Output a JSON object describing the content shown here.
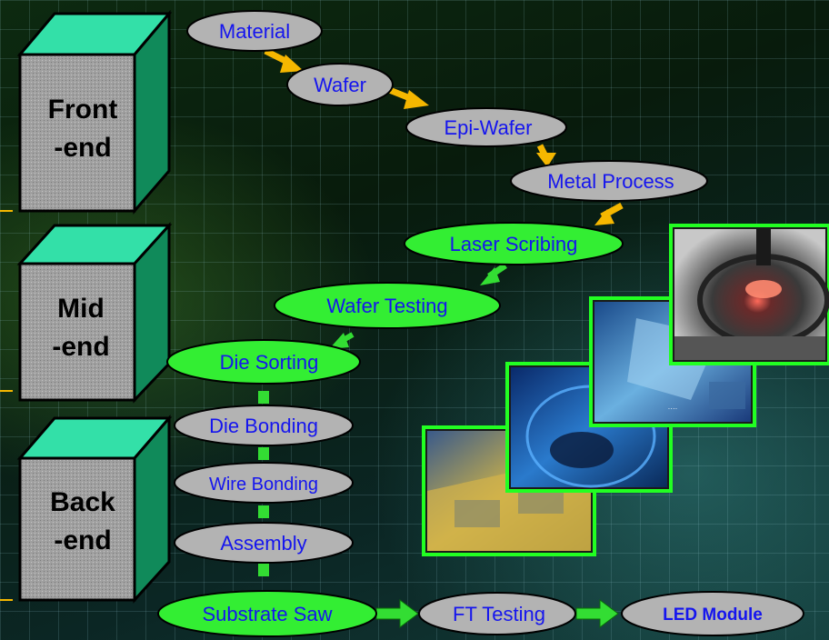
{
  "stages": [
    {
      "id": "front",
      "line1": "Front",
      "line2": "-end"
    },
    {
      "id": "mid",
      "line1": "Mid",
      "line2": "-end"
    },
    {
      "id": "back",
      "line1": "Back",
      "line2": "-end"
    }
  ],
  "process_steps": {
    "material": "Material",
    "wafer": "Wafer",
    "epi_wafer": "Epi-Wafer",
    "metal_process": "Metal Process",
    "laser_scribing": "Laser Scribing",
    "wafer_testing": "Wafer Testing",
    "die_sorting": "Die Sorting",
    "die_bonding": "Die Bonding",
    "wire_bonding": "Wire Bonding",
    "assembly": "Assembly",
    "substrate_saw": "Substrate Saw",
    "ft_testing": "FT Testing",
    "led_module": "LED Module"
  },
  "colors": {
    "gray_oval": "#b3b3b3",
    "green_oval": "#33ee33",
    "text_blue": "#1515ee",
    "orange_arrow": "#f5b700",
    "green_arrow": "#33dd33",
    "box_top": "#33e0a8",
    "box_front": "#9a9a9a",
    "box_side": "#108a5a"
  },
  "photos": [
    {
      "id": "photo-1",
      "desc_icon": "wafer-tray-photo"
    },
    {
      "id": "photo-2",
      "desc_icon": "machine-screen-photo"
    },
    {
      "id": "photo-3",
      "desc_icon": "microscope-photo"
    },
    {
      "id": "photo-4",
      "desc_icon": "wafer-chuck-photo"
    }
  ]
}
